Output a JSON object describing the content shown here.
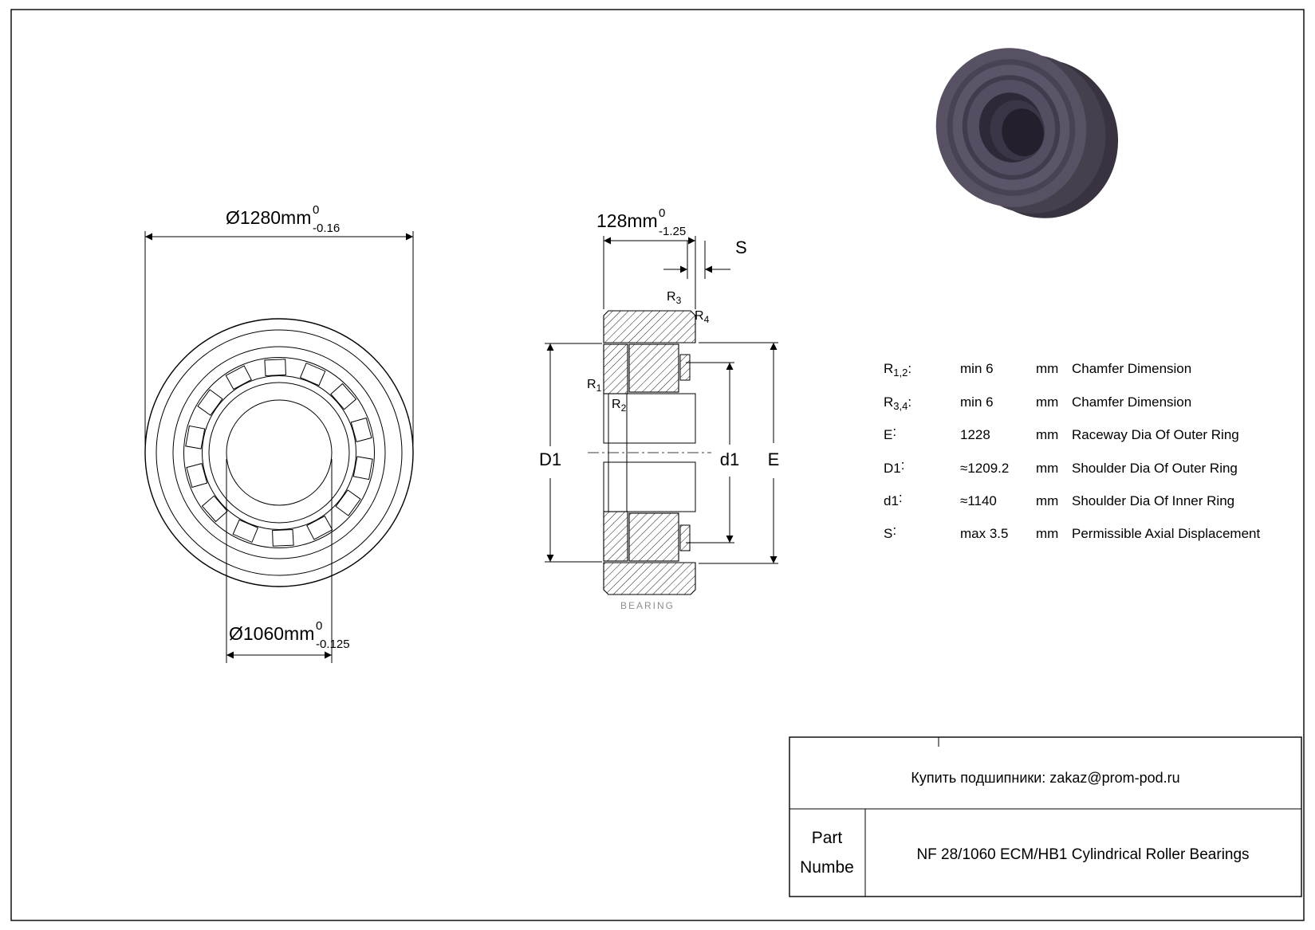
{
  "front_view": {
    "dim_outer_diameter": {
      "value": "Ø1280mm",
      "tolerance_upper": "0",
      "tolerance_lower": "-0.16"
    },
    "dim_bore_diameter": {
      "value": "Ø1060mm",
      "tolerance_upper": "0",
      "tolerance_lower": "-0.125"
    }
  },
  "section_view": {
    "dim_width": {
      "value": "128mm",
      "tolerance_upper": "0",
      "tolerance_lower": "-1.25"
    },
    "labels": {
      "axial_displacement": "S",
      "outer_shoulder": "D1",
      "inner_shoulder": "d1",
      "raceway": "E",
      "r1_main": "R",
      "r1_sub": "1",
      "r2_main": "R",
      "r2_sub": "2",
      "r3_main": "R",
      "r3_sub": "3",
      "r4_main": "R",
      "r4_sub": "4"
    },
    "watermark": "BEARING"
  },
  "spec_table": {
    "rows": [
      {
        "label_main": "R",
        "label_sub": "1,2",
        "label_suffix": ":",
        "value": "min 6",
        "unit": "mm",
        "description": "Chamfer Dimension"
      },
      {
        "label_main": "R",
        "label_sub": "3,4",
        "label_suffix": ":",
        "value": "min 6",
        "unit": "mm",
        "description": "Chamfer Dimension"
      },
      {
        "label_main": "E",
        "label_sub": "",
        "label_suffix": ":",
        "value": "1228",
        "unit": "mm",
        "description": "Raceway Dia Of Outer Ring"
      },
      {
        "label_main": "D1",
        "label_sub": "",
        "label_suffix": ":",
        "value": "≈1209.2",
        "unit": "mm",
        "description": "Shoulder Dia Of Outer Ring"
      },
      {
        "label_main": "d1",
        "label_sub": "",
        "label_suffix": ":",
        "value": "≈1140",
        "unit": "mm",
        "description": "Shoulder Dia Of Inner Ring"
      },
      {
        "label_main": "S",
        "label_sub": "",
        "label_suffix": ":",
        "value": "max 3.5",
        "unit": "mm",
        "description": "Permissible Axial Displacement"
      }
    ]
  },
  "title_block": {
    "contact": "Купить подшипники: zakaz@prom-pod.ru",
    "part_label_line1": "Part",
    "part_label_line2": "Numbe",
    "part_name": "NF 28/1060 ECM/HB1 Cylindrical Roller Bearings"
  }
}
